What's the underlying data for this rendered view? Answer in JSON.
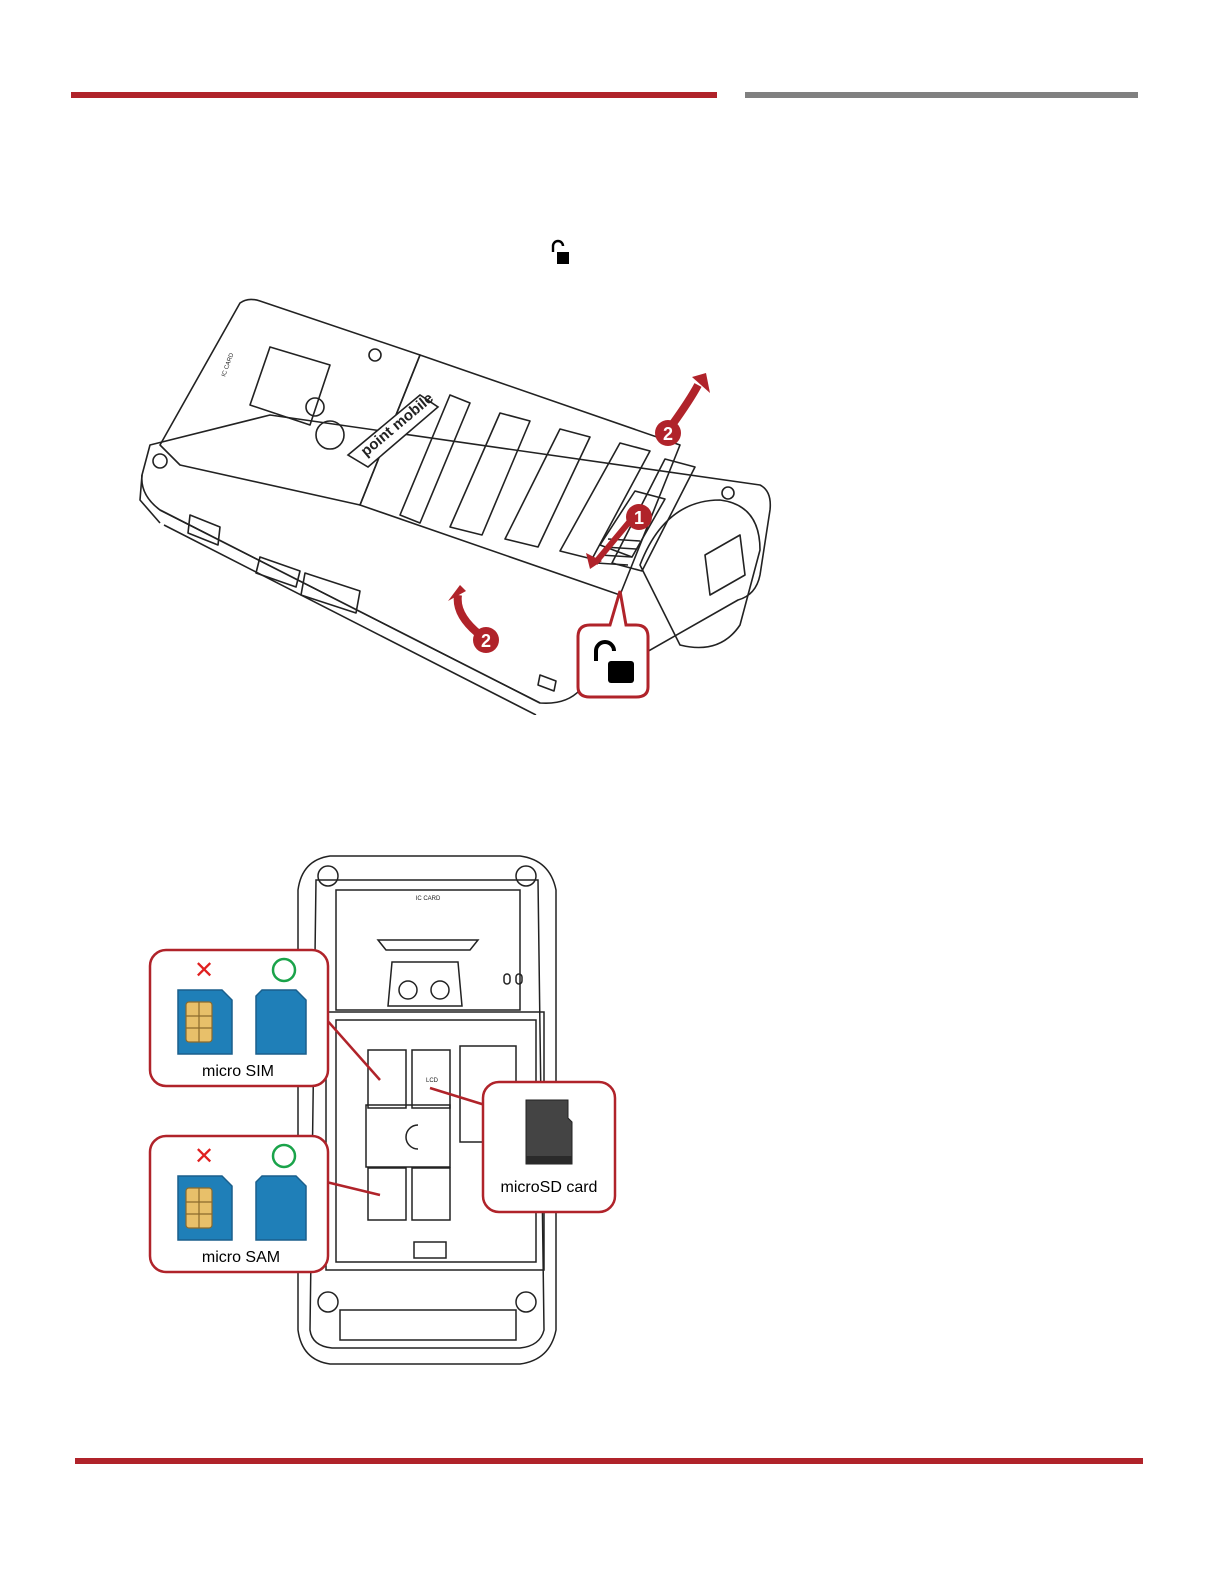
{
  "figure1": {
    "brand_text": "point mobile",
    "ic_card_text": "IC CARD",
    "step1": "1",
    "step2": "2"
  },
  "figure2": {
    "ic_card_text": "IC CARD",
    "sim_label": "micro SIM",
    "sam_label": "micro SAM",
    "sd_label": "microSD card",
    "sd_slot_text": "LCD",
    "wrong_mark": "✕",
    "colors": {
      "accent": "#b0232a",
      "card_blue": "#1f7fb8",
      "chip_gold": "#e8c06a",
      "ok_green": "#1aa34a",
      "wrong_red": "#e02020"
    }
  }
}
